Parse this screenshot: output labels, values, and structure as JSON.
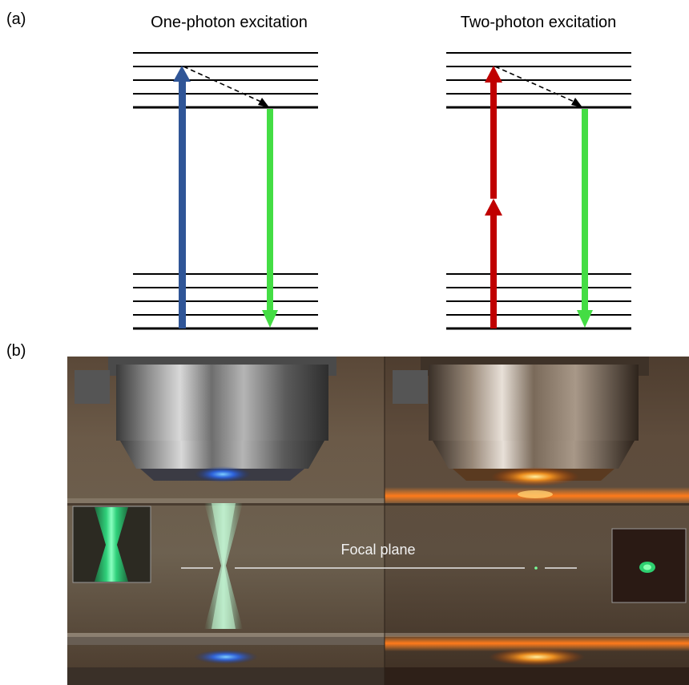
{
  "panel_a": {
    "label": "(a)",
    "left_title": "One-photon excitation",
    "right_title": "Two-photon excitation"
  },
  "panel_b": {
    "label": "(b)",
    "focal_plane_label": "Focal plane"
  },
  "colors": {
    "excitation_blue": "#2f5597",
    "excitation_red": "#c00000",
    "emission_green": "#44dd44",
    "fluorescence_green": "#3ce08a",
    "orange_glow": "#ff7a1a"
  }
}
